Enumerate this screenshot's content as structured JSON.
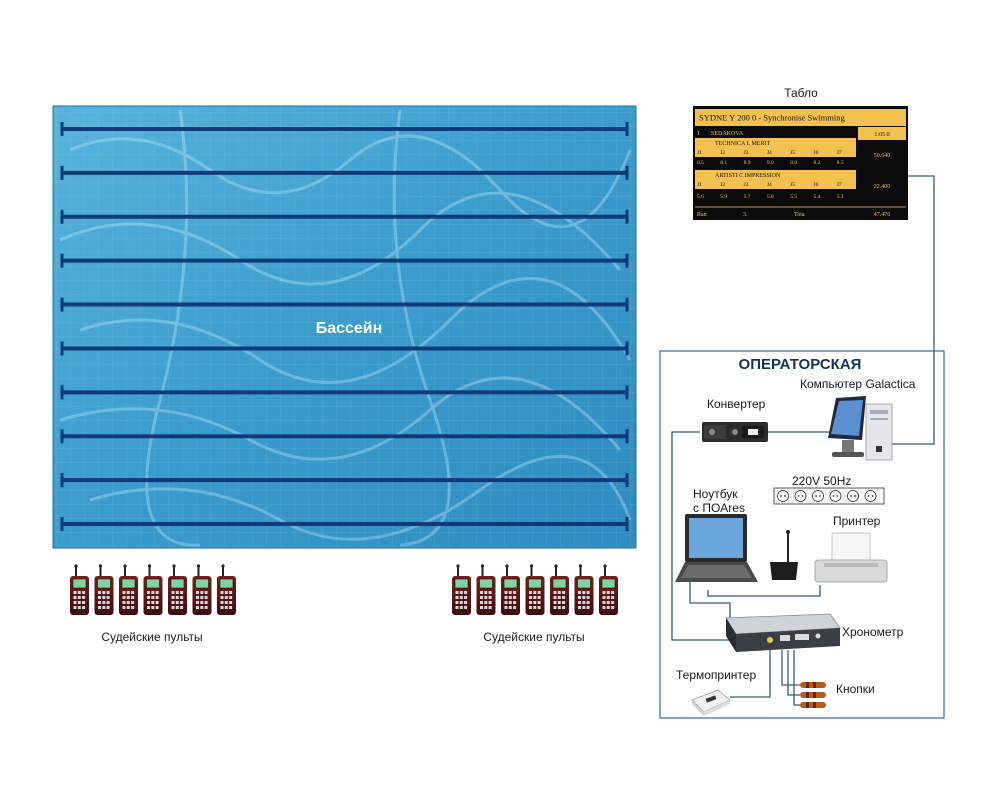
{
  "pool": {
    "label": "Бассейн",
    "lane_rope_count": 10
  },
  "judges": {
    "left_label": "Судейские пульты",
    "right_label": "Судейские пульты",
    "remotes_per_group": 7
  },
  "scoreboard": {
    "label": "Табло",
    "header": "SYDNE  Y  200    0  -   Synchronise  Swimming",
    "athlete": "SEDAKOVA",
    "athlete_index": "1",
    "time": "1:05.0",
    "technical": {
      "title": "TECHNICA   L  MERIT",
      "judges": [
        "J1",
        "J2",
        "J3",
        "J4",
        "J5",
        "J6",
        "J7"
      ],
      "scores": [
        "8.5",
        "8.1",
        "8.9",
        "9.0",
        "8.0",
        "8.2",
        "8.5"
      ],
      "total": "50.640"
    },
    "artistic": {
      "title": "ARTISTI  C   IMPRESSION",
      "judges": [
        "J1",
        "J2",
        "J3",
        "J4",
        "J5",
        "J6",
        "J7"
      ],
      "scores": [
        "5.6",
        "5.9",
        "5.7",
        "5.8",
        "5.5",
        "5.4",
        "5.1"
      ],
      "total": "22.400"
    },
    "footer": {
      "rank_label": "Ran",
      "rank": "3.",
      "total_label": "Tota",
      "total": "47.476"
    }
  },
  "operator_room": {
    "title": "ОПЕРАТОРСКАЯ",
    "computer": "Компьютер Galactica",
    "converter": "Конвертер",
    "power": "220V  50Hz",
    "laptop_line1": "Ноутбук",
    "laptop_line2": "с ПОAres",
    "printer": "Принтер",
    "chronometer": "Хронометр",
    "thermo_printer": "Термопринтер",
    "buttons": "Кнопки"
  },
  "colors": {
    "pool_water": "#3f9fcf",
    "lane_rope": "#123a78",
    "scoreboard_bg": "#0b0b0b",
    "scoreboard_yellow": "#f2c14e",
    "room_border": "#2a6aa8",
    "cable": "#2f5f84"
  }
}
